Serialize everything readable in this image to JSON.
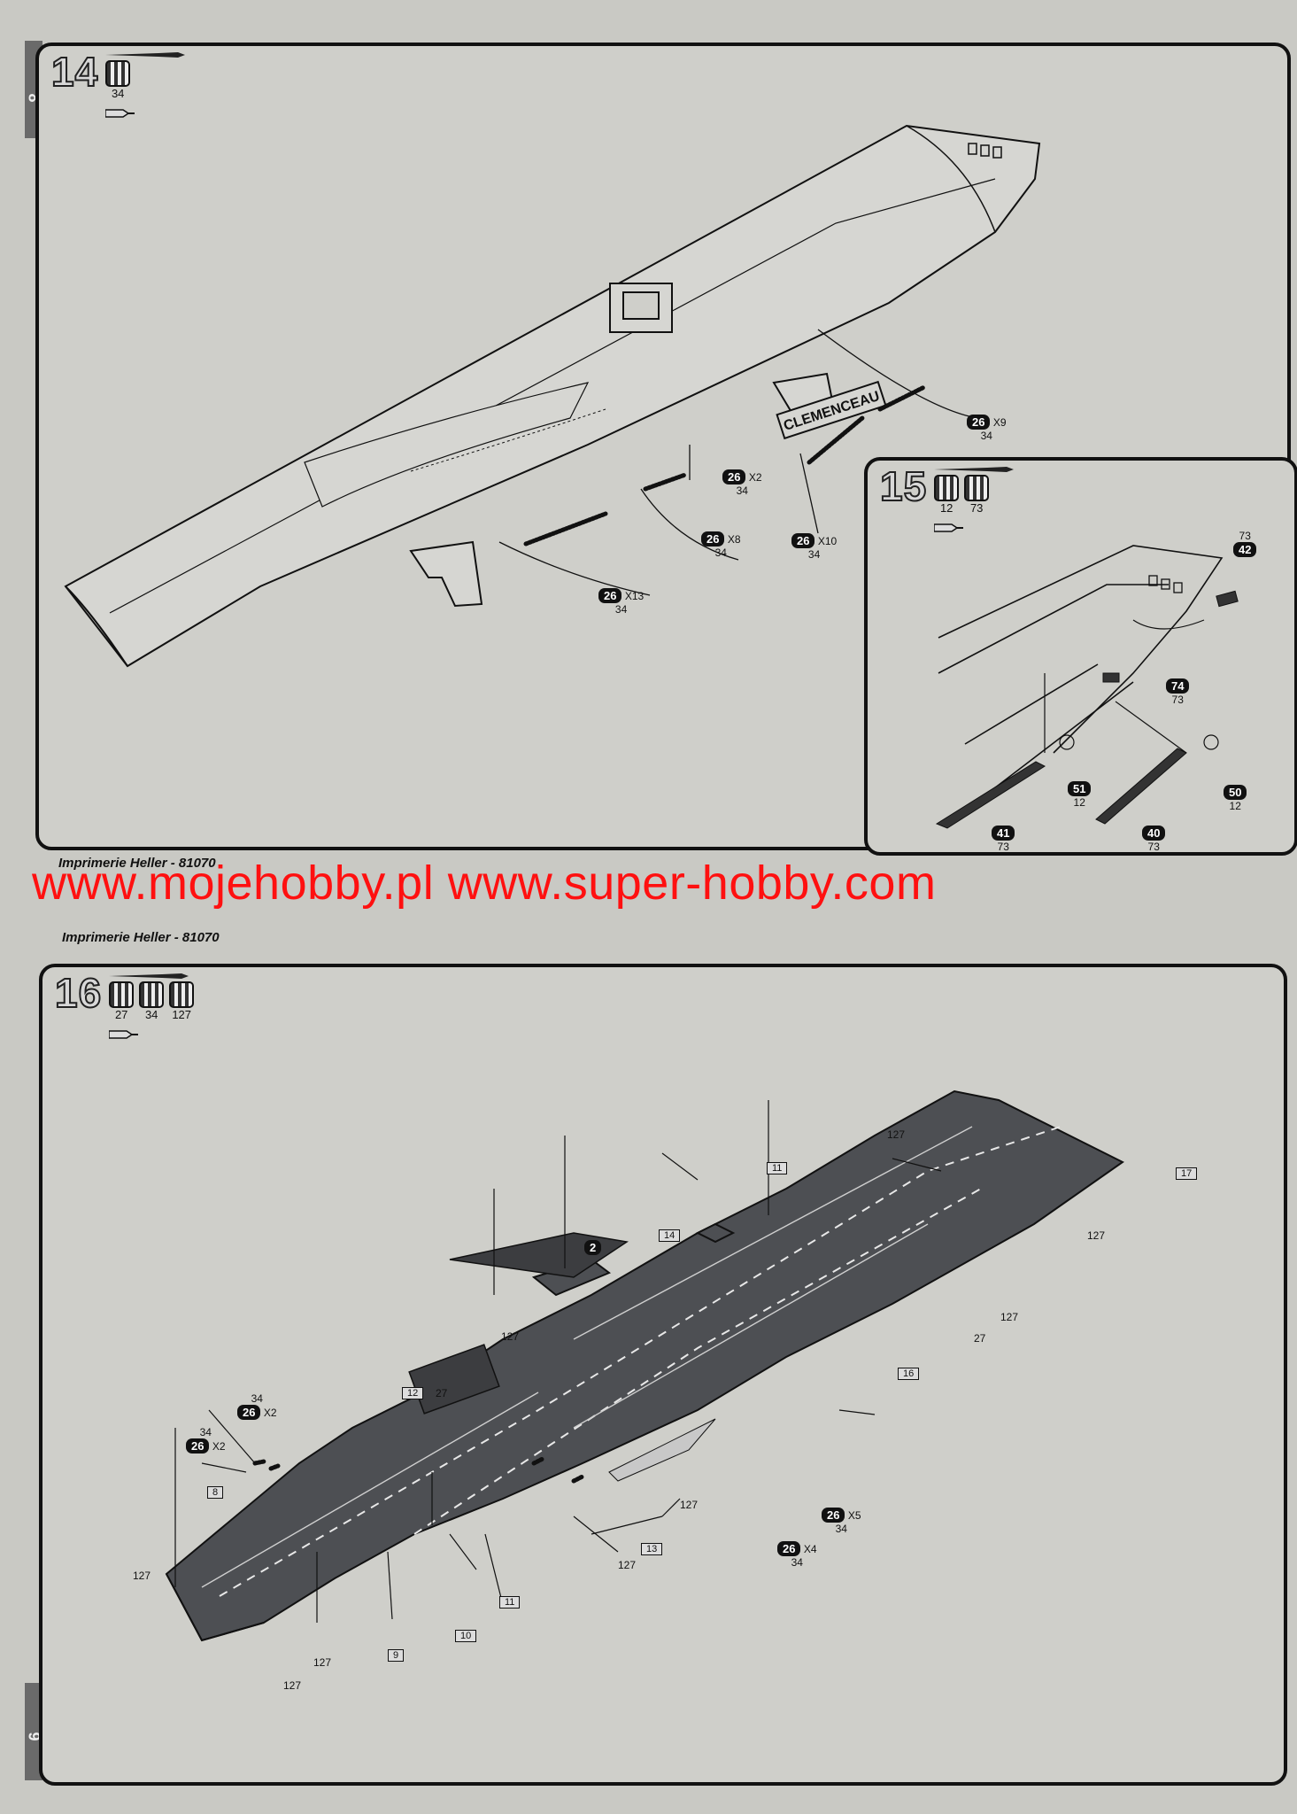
{
  "page_numbers": {
    "top": "8",
    "bottom": "9"
  },
  "imprint": [
    "Imprimerie Heller - 81070",
    "Imprimerie Heller - 81070"
  ],
  "watermark": "www.mojehobby.pl www.super-hobby.com",
  "colors": {
    "watermark": "#ff1010",
    "paper": "#c9c9c4",
    "ink": "#111111"
  },
  "step14": {
    "number": "14",
    "paints": [
      "34"
    ],
    "nameplate": "CLEMENCEAU",
    "callouts": [
      {
        "part": "26",
        "qty": "X9",
        "color": "34"
      },
      {
        "part": "26",
        "qty": "X2",
        "color": "34"
      },
      {
        "part": "26",
        "qty": "X8",
        "color": "34"
      },
      {
        "part": "26",
        "qty": "X10",
        "color": "34"
      },
      {
        "part": "26",
        "qty": "X13",
        "color": "34"
      }
    ]
  },
  "step15": {
    "number": "15",
    "paints": [
      "12",
      "73"
    ],
    "callouts": [
      {
        "top": "73",
        "part": "42"
      },
      {
        "part": "74",
        "color": "73"
      },
      {
        "part": "51",
        "color": "12"
      },
      {
        "part": "50",
        "color": "12"
      },
      {
        "part": "41",
        "color": "73"
      },
      {
        "part": "40",
        "color": "73"
      }
    ]
  },
  "step16": {
    "number": "16",
    "paints": [
      "27",
      "34",
      "127"
    ],
    "part_chip": "2",
    "boxed_parts": [
      "11",
      "14",
      "17",
      "16",
      "12",
      "8",
      "13",
      "11",
      "10",
      "9"
    ],
    "labels": [
      "127",
      "127",
      "127",
      "127",
      "27",
      "27",
      "127",
      "127",
      "127",
      "127",
      "127"
    ],
    "callouts": [
      {
        "part": "26",
        "qty": "X2",
        "color": "34"
      },
      {
        "part": "26",
        "qty": "X2",
        "color": "34"
      },
      {
        "part": "26",
        "qty": "X5",
        "color": "34"
      },
      {
        "part": "26",
        "qty": "X4",
        "color": "34"
      }
    ]
  }
}
